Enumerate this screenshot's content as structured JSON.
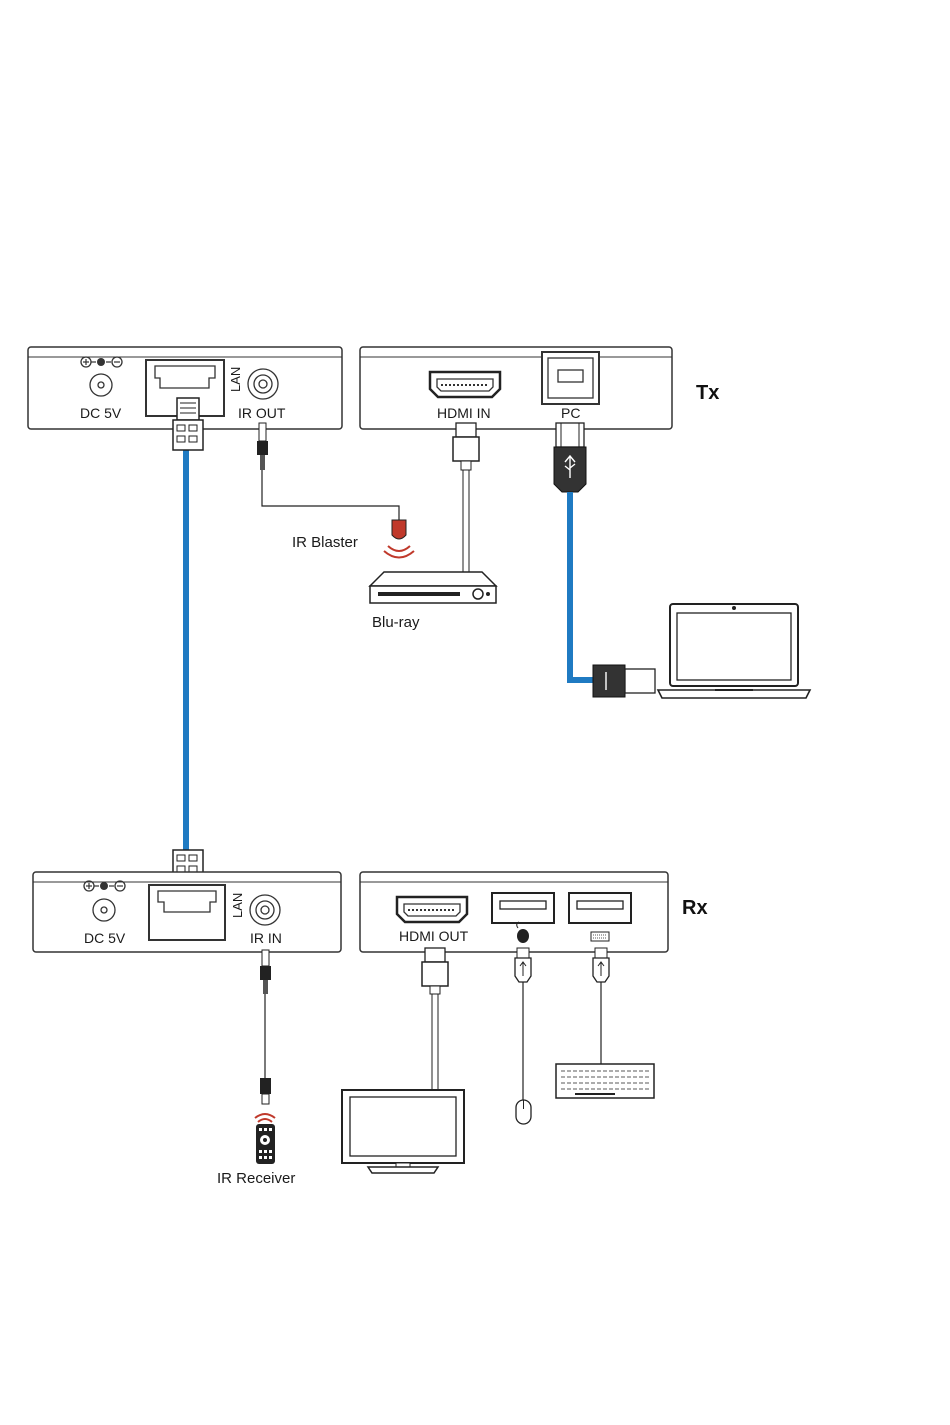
{
  "tx_unit": {
    "badge": "Tx",
    "power_label": "DC 5V",
    "lan_label": "LAN",
    "ir_port_label": "IR OUT",
    "hdmi_port_label": "HDMI IN",
    "usb_port_label": "PC"
  },
  "rx_unit": {
    "badge": "Rx",
    "power_label": "DC 5V",
    "lan_label": "LAN",
    "ir_port_label": "IR IN",
    "hdmi_port_label": "HDMI OUT"
  },
  "devices": {
    "ir_blaster": "IR Blaster",
    "blu_ray": "Blu-ray",
    "ir_receiver": "IR Receiver"
  },
  "colors": {
    "network_cable": "#1f7ac2",
    "outline": "#333333"
  },
  "icons": [
    "power-polarity-icon",
    "dc-jack-icon",
    "rj45-port-icon",
    "audio-jack-icon",
    "hdmi-port-icon",
    "usb-b-port-icon",
    "usb-a-port-icon",
    "mouse-icon",
    "keyboard-icon",
    "laptop-icon",
    "monitor-icon",
    "remote-icon",
    "bluray-player-icon"
  ]
}
